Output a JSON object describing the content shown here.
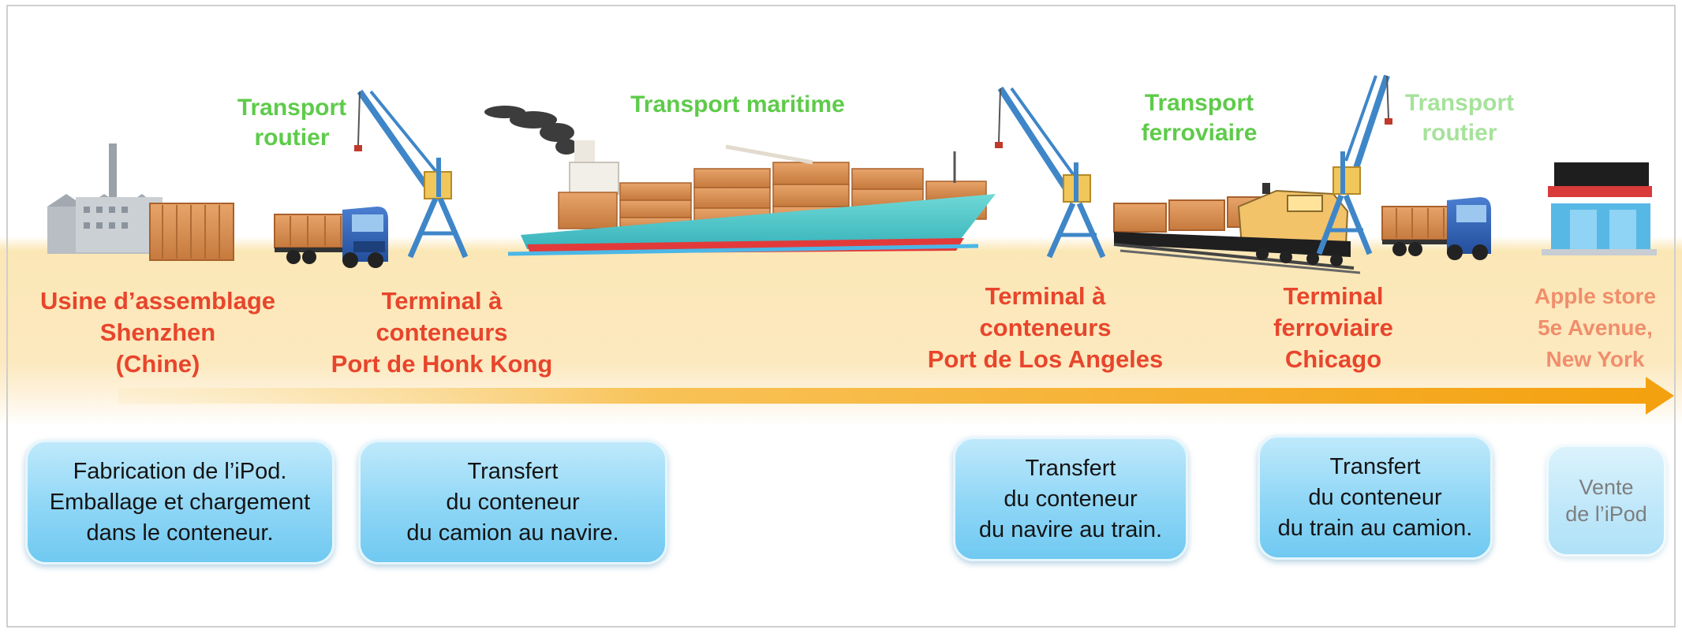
{
  "transport_modes": [
    {
      "id": "road-1",
      "lines": [
        "Transport",
        "routier"
      ]
    },
    {
      "id": "sea",
      "lines": [
        "Transport maritime"
      ]
    },
    {
      "id": "rail",
      "lines": [
        "Transport",
        "ferroviaire"
      ]
    },
    {
      "id": "road-2",
      "lines": [
        "Transport",
        "routier"
      ]
    }
  ],
  "places": [
    {
      "id": "shenzhen",
      "lines": [
        "Usine d’assemblage",
        "Shenzhen",
        "(Chine)"
      ]
    },
    {
      "id": "hong-kong",
      "lines": [
        "Terminal à",
        "conteneurs",
        "Port de Honk Kong"
      ]
    },
    {
      "id": "los-angeles",
      "lines": [
        "Terminal à",
        "conteneurs",
        "Port de Los Angeles"
      ]
    },
    {
      "id": "chicago",
      "lines": [
        "Terminal",
        "ferroviaire",
        "Chicago"
      ]
    },
    {
      "id": "new-york",
      "lines": [
        "Apple store",
        "5e Avenue,",
        "New York"
      ]
    }
  ],
  "steps": [
    {
      "id": "fabrication",
      "lines": [
        "Fabrication de l’iPod.",
        "Emballage et chargement",
        "dans le conteneur."
      ]
    },
    {
      "id": "truck-to-ship",
      "lines": [
        "Transfert",
        "du conteneur",
        "du camion au navire."
      ]
    },
    {
      "id": "ship-to-train",
      "lines": [
        "Transfert",
        "du conteneur",
        "du navire au train."
      ]
    },
    {
      "id": "train-to-truck",
      "lines": [
        "Transfert",
        "du conteneur",
        "du train au camion."
      ]
    },
    {
      "id": "sale",
      "lines": [
        "Vente",
        "de l’iPod"
      ]
    }
  ],
  "colors": {
    "transport_label": "#5ecb4a",
    "place_label": "#e8452c",
    "arrow": "#f6a91c",
    "step_box": "#8ed6f6",
    "crane": "#3f86c8",
    "container": "#d98a4c",
    "ship_hull": "#4ec7c8",
    "truck_cab": "#2f63b8"
  },
  "icons": [
    "factory-icon",
    "truck-icon",
    "crane-icon",
    "container-ship-icon",
    "freight-train-icon",
    "store-icon",
    "timeline-arrow"
  ]
}
